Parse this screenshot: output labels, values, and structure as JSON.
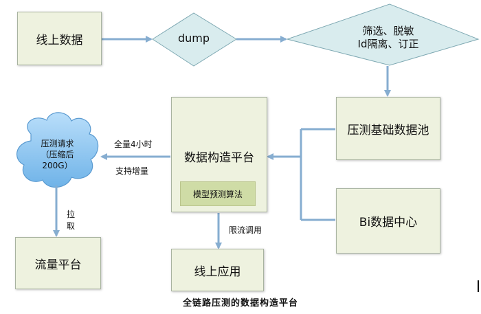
{
  "nodes": {
    "online_data": "线上数据",
    "dump": "dump",
    "filter_line1": "筛选、脱敏",
    "filter_line2": "Id隔离、订正",
    "base_pool": "压测基础数据池",
    "platform": "数据构造平台",
    "model": "模型预测算法",
    "bi_center": "Bi数据中心",
    "cloud_line1": "压测请求",
    "cloud_line2": "（压缩后",
    "cloud_line3": "200G）",
    "traffic_platform": "流量平台",
    "online_app": "线上应用"
  },
  "edge_labels": {
    "full": "全量4小时",
    "incremental": "支持增量",
    "pull_1": "拉",
    "pull_2": "取",
    "limited_call": "限流调用"
  },
  "caption": "全链路压测的数据构造平台",
  "colors": {
    "box_fill": "#eef2df",
    "diamond_fill": "#d9ecee",
    "cloud_fill": "#8dc6ee",
    "arrow": "#86add0",
    "model_fill": "#cfdca6"
  }
}
